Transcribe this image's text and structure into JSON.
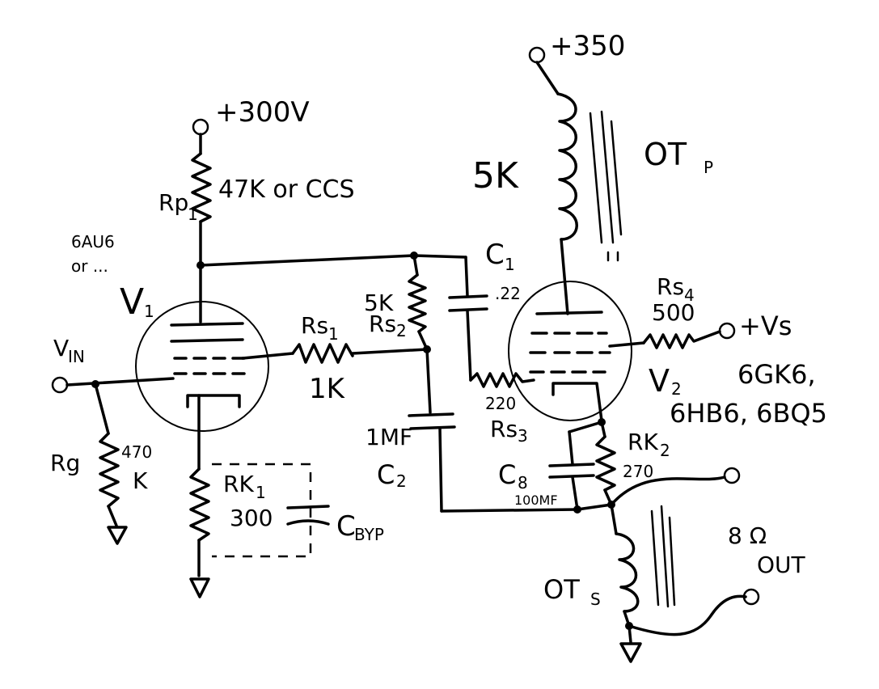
{
  "labels": {
    "supply_v1": "+300V",
    "supply_v2": "+350",
    "rp1_name": "Rp",
    "rp1_sub": "1",
    "rp1_value": "47K or CCS",
    "tube1_type_line1": "6AU6",
    "tube1_type_line2": "or ...",
    "v1_name": "V",
    "v1_sub": "1",
    "vin_name": "V",
    "vin_sub": "IN",
    "rg_name": "Rg",
    "rg_value_line1": "470",
    "rg_value_line2": "K",
    "rk1_name": "RK",
    "rk1_sub": "1",
    "rk1_value": "300",
    "cbyp_name": "C",
    "cbyp_sub": "BYP",
    "rs1_name": "Rs",
    "rs1_sub": "1",
    "rs1_value": "1K",
    "rs2_value": "5K",
    "rs2_name": "Rs",
    "rs2_sub": "2",
    "c1_name": "C",
    "c1_sub": "1",
    "c1_value": ".22",
    "c2_value": "1MF",
    "c2_name": "C",
    "c2_sub": "2",
    "otp_primary_value": "5K",
    "otp_name": "OT",
    "otp_sub": "P",
    "rs4_name": "Rs",
    "rs4_sub": "4",
    "rs4_value": "500",
    "vs_supply": "+Vs",
    "v2_name": "V",
    "v2_sub": "2",
    "tube2_types_line1": "6GK6,",
    "tube2_types_line2": "6HB6, 6BQ5",
    "rs3_value": "220",
    "rs3_name": "Rs",
    "rs3_sub": "3",
    "rk2_name": "RK",
    "rk2_sub": "2",
    "rk2_value": "270",
    "c8_name": "C",
    "c8_sub": "8",
    "c8_value": "100MF",
    "ots_name": "OT",
    "ots_sub": "S",
    "out_line1": "8 Ω",
    "out_line2": "OUT"
  }
}
